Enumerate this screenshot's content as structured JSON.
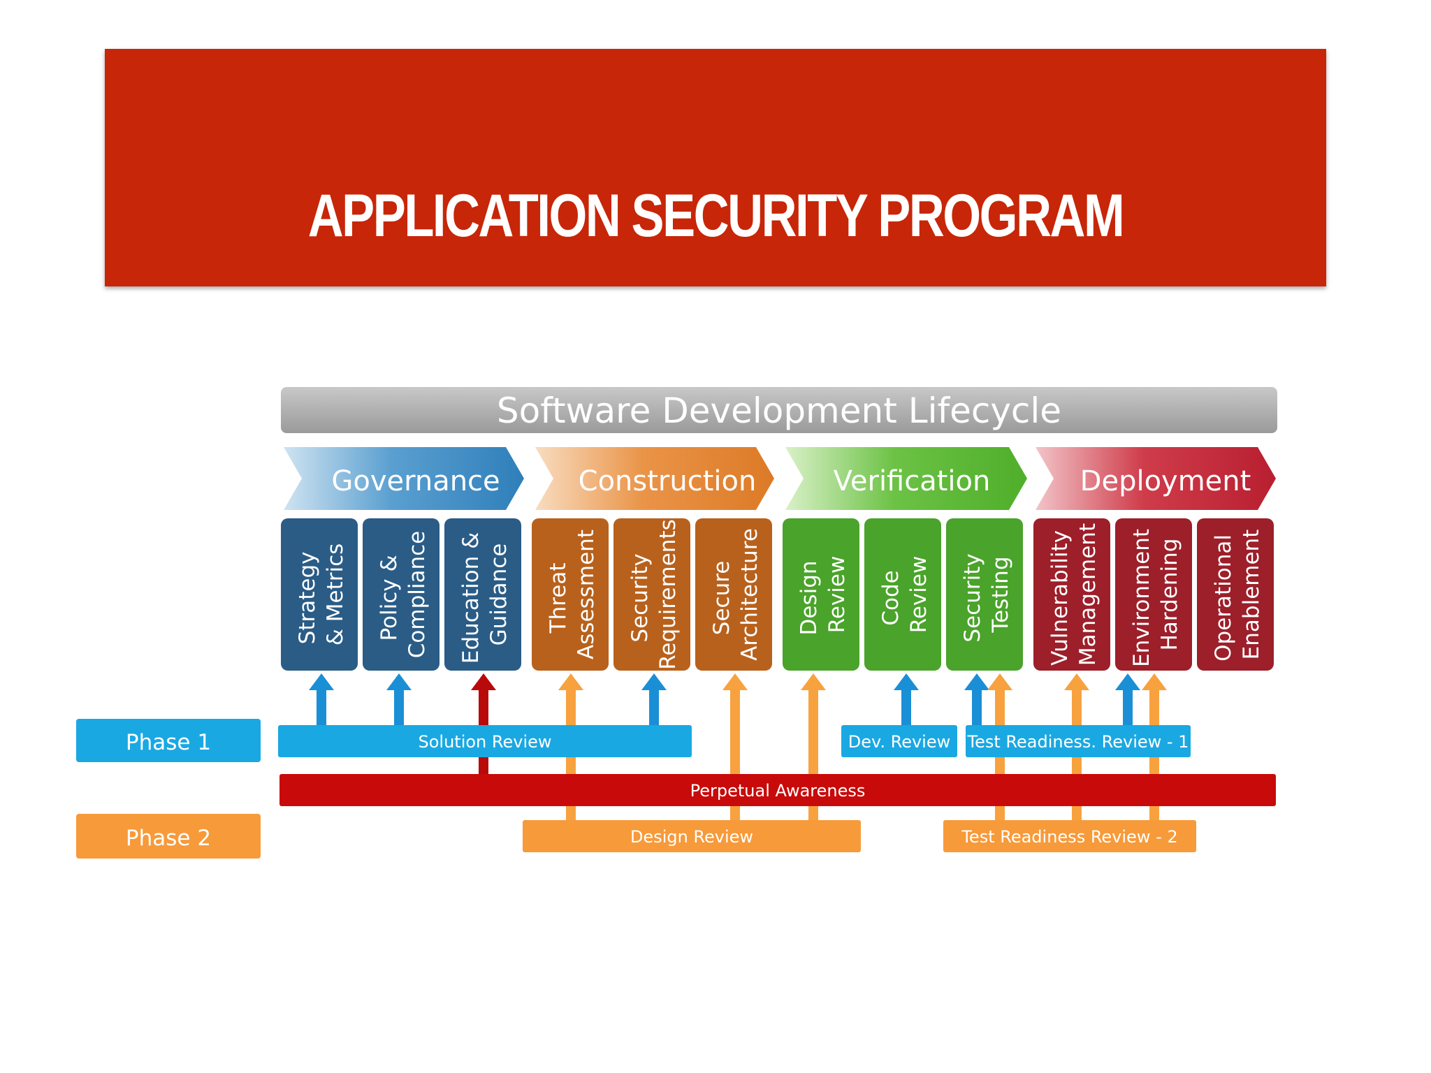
{
  "slide": {
    "title": "APPLICATION SECURITY PROGRAM"
  },
  "diagram": {
    "header": "Software Development Lifecycle",
    "phases": [
      {
        "label": "Governance",
        "color": "#3f8fc6",
        "practices": [
          [
            "Strategy",
            "& Metrics"
          ],
          [
            "Policy &",
            "Compliance"
          ],
          [
            "Education &",
            "Guidance"
          ]
        ],
        "practice_color": "#2a5c86"
      },
      {
        "label": "Construction",
        "color": "#e58a3a",
        "practices": [
          [
            "Threat",
            "Assessment"
          ],
          [
            "Security",
            "Requirements"
          ],
          [
            "Secure",
            "Architecture"
          ]
        ],
        "practice_color": "#b8611c"
      },
      {
        "label": "Verification",
        "color": "#5cb83a",
        "practices": [
          [
            "Design",
            "Review"
          ],
          [
            "Code",
            "Review"
          ],
          [
            "Security",
            "Testing"
          ]
        ],
        "practice_color": "#4aa32a"
      },
      {
        "label": "Deployment",
        "color": "#c42a3a",
        "practices": [
          [
            "Vulnerability",
            "Management"
          ],
          [
            "Environment",
            "Hardening"
          ],
          [
            "Operational",
            "Enablement"
          ]
        ],
        "practice_color": "#9c1f2a"
      }
    ],
    "legend": {
      "phase1": "Phase 1",
      "phase2": "Phase 2"
    },
    "bars": {
      "solution_review": "Solution Review",
      "dev_review": "Dev. Review",
      "test_readiness_1": "Test Readiness. Review - 1",
      "perpetual_awareness": "Perpetual Awareness",
      "design_review": "Design Review",
      "test_readiness_2": "Test Readiness Review - 2"
    },
    "colors": {
      "phase1": "#1aa8e2",
      "phase2": "#f79a3a",
      "awareness": "#c80a0a",
      "header": "#aaaaaa"
    }
  }
}
